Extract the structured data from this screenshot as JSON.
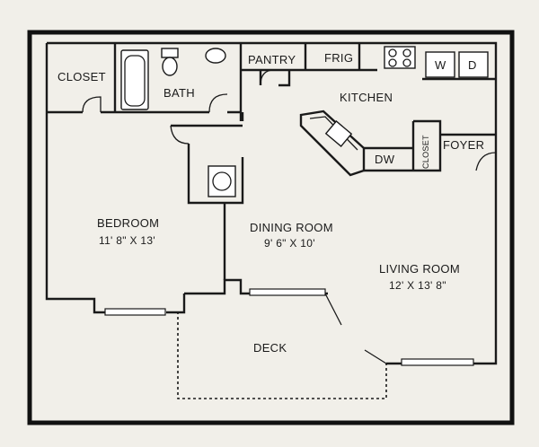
{
  "rooms": {
    "closet": "CLOSET",
    "bath": "BATH",
    "pantry": "PANTRY",
    "frig": "FRIG",
    "washer": "W",
    "dryer": "D",
    "kitchen": "KITCHEN",
    "dishwasher": "DW",
    "hall_closet": "CLOSET",
    "foyer": "FOYER",
    "bedroom": "BEDROOM",
    "bedroom_dim": "11' 8\" X 13'",
    "dining": "DINING ROOM",
    "dining_dim": "9' 6\" X 10'",
    "living": "LIVING ROOM",
    "living_dim": "12' X 13' 8\"",
    "deck": "DECK"
  },
  "colors": {
    "background": "#f1efe9",
    "line": "#1a1a1a"
  }
}
